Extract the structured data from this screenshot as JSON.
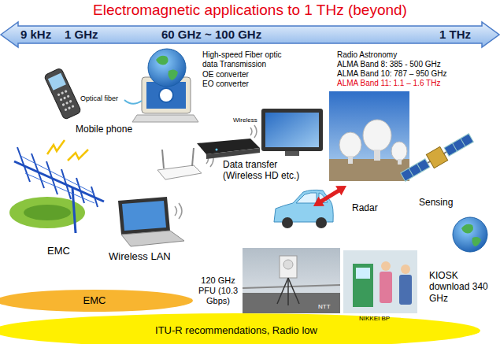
{
  "diagram": {
    "title": "Electromagnetic applications to 1 THz (beyond)",
    "nodes": [
      {
        "text": [
          "9 kHz",
          "1 GHz",
          "60 GHz ~ 100 GHz",
          "1 THz"
        ]
      },
      {
        "text": [
          "EMC"
        ]
      },
      {
        "text": [
          "ITU-R recommendations, Radio low"
        ]
      }
    ],
    "labels": [
      "High-speed Fiber optic data Transmission",
      "OE converter",
      "EO converter",
      "Optical fiber",
      "Mobile phone",
      "Radio Astronomy",
      "ALMA Band 8: 385 - 500 GHz",
      "ALMA Band 10: 787 – 950 GHz",
      "ALMA Band 11: 1.1 – 1.6 THz",
      "Wireless",
      "Data transfer (Wireless HD etc.)",
      "Radar",
      "Sensing",
      "EMC",
      "Wireless LAN",
      "120 GHz PFU (10.3 Gbps)",
      "NTT",
      "NIKKEI BP",
      "KIOSK download 340 GHz"
    ]
  }
}
